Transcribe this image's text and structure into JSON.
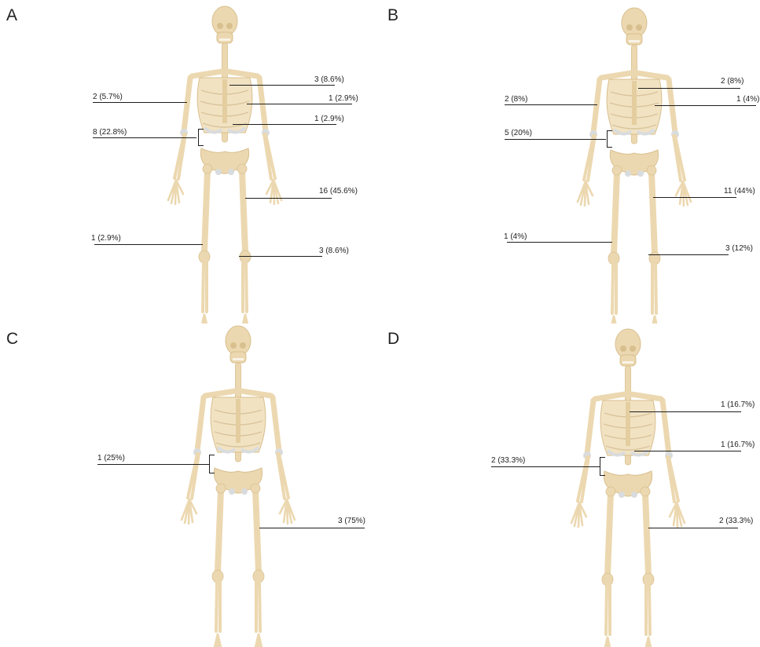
{
  "panels": [
    {
      "letter": "A",
      "labels": [
        {
          "text": "3 (8.6%)"
        },
        {
          "text": "2 (5.7%)"
        },
        {
          "text": "1 (2.9%)"
        },
        {
          "text": "1 (2.9%)"
        },
        {
          "text": "8 (22.8%)"
        },
        {
          "text": "16 (45.6%)"
        },
        {
          "text": "1 (2.9%)"
        },
        {
          "text": "3 (8.6%)"
        }
      ]
    },
    {
      "letter": "B",
      "labels": [
        {
          "text": "2 (8%)"
        },
        {
          "text": "2 (8%)"
        },
        {
          "text": "1 (4%)"
        },
        {
          "text": "5 (20%)"
        },
        {
          "text": "11 (44%)"
        },
        {
          "text": "1 (4%)"
        },
        {
          "text": "3 (12%)"
        }
      ]
    },
    {
      "letter": "C",
      "labels": [
        {
          "text": "1 (25%)"
        },
        {
          "text": "3 (75%)"
        }
      ]
    },
    {
      "letter": "D",
      "labels": [
        {
          "text": "1 (16.7%)"
        },
        {
          "text": "1 (16.7%)"
        },
        {
          "text": "2 (33.3%)"
        },
        {
          "text": "2 (33.3%)"
        }
      ]
    }
  ],
  "colors": {
    "bone": "#ecd8b0",
    "bone_shade": "#d8bf8e",
    "cartilage": "#d9dcde",
    "line": "#1e1e1e"
  }
}
